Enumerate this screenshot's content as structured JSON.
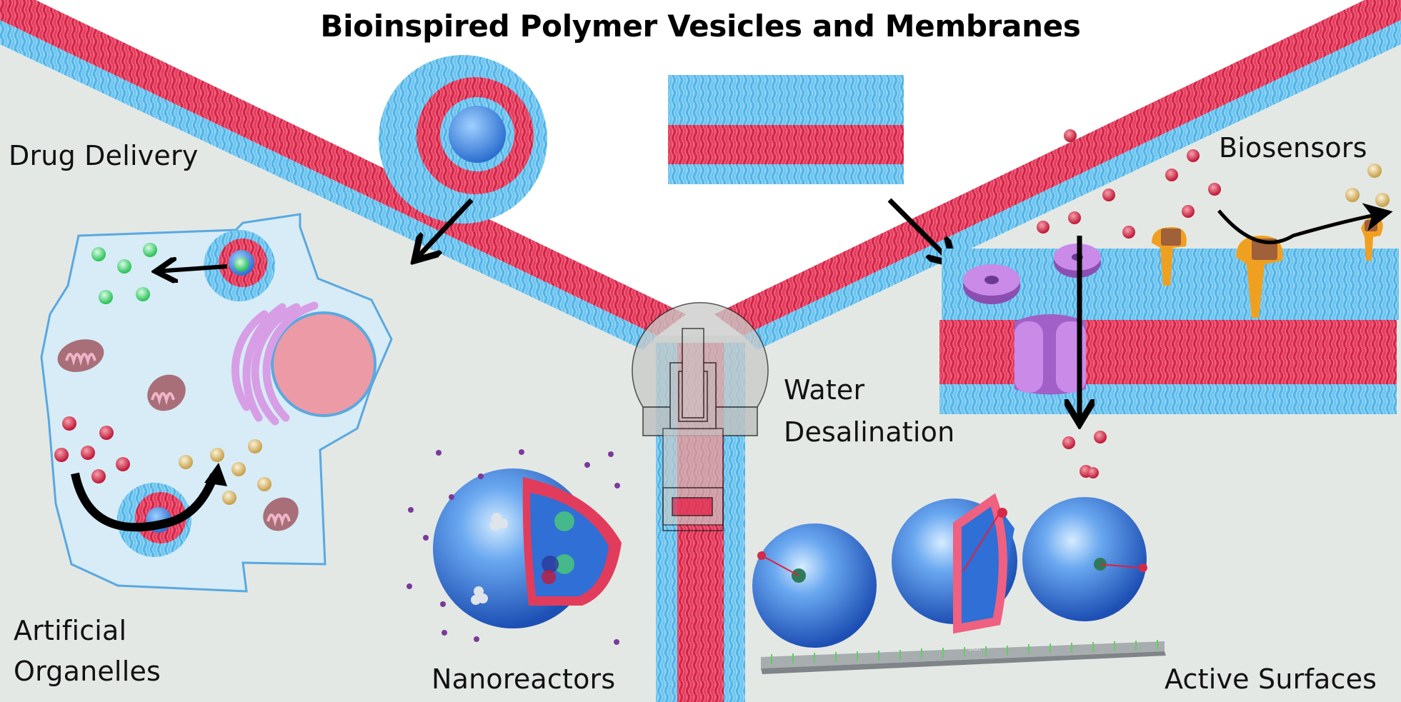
{
  "title": "Bioinspired Polymer Vesicles and Membranes",
  "labels": {
    "drug_delivery": "Drug Delivery",
    "biosensors": "Biosensors",
    "water_desalination_line1": "Water",
    "water_desalination_line2": "Desalination",
    "artificial_organelles_line1": "Artificial",
    "artificial_organelles_line2": "Organelles",
    "nanoreactors": "Nanoreactors",
    "active_surfaces": "Active Surfaces",
    "substrate": "SiO₂"
  },
  "colors": {
    "background": "#e4e8e4",
    "hydrophilic_blue": "#6cc3ee",
    "hydrophobic_red": "#e23c5c",
    "vesicle_core": "#3f86e0",
    "cell_cytoplasm": "#d7ecf7",
    "cell_outline": "#5aa8e0",
    "nucleus": "#ec9aa6",
    "er": "#d79ee6",
    "mitochondria": "#a86f78",
    "cargo_green": "#4ed86a",
    "cargo_red": "#d42a48",
    "cargo_tan": "#d8c07a",
    "channel_protein": "#c98ae8",
    "receptor_orange": "#f0a020",
    "nanoreactor_sphere": "#2f6fd6",
    "substrate_gray": "#a8adb0",
    "arrow": "#000000"
  }
}
